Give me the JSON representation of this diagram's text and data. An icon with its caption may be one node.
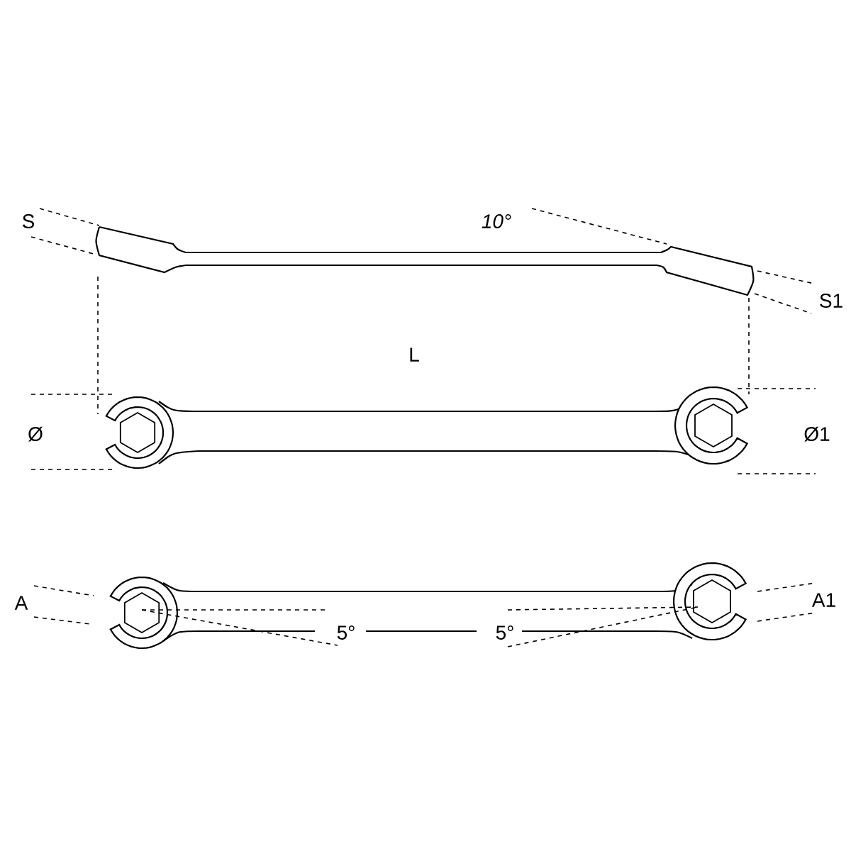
{
  "diagram": {
    "labels": [
      "S",
      "10°",
      "S1",
      "L",
      "Ø",
      "Ø1",
      "A",
      "5°",
      "5°",
      "A1"
    ]
  }
}
